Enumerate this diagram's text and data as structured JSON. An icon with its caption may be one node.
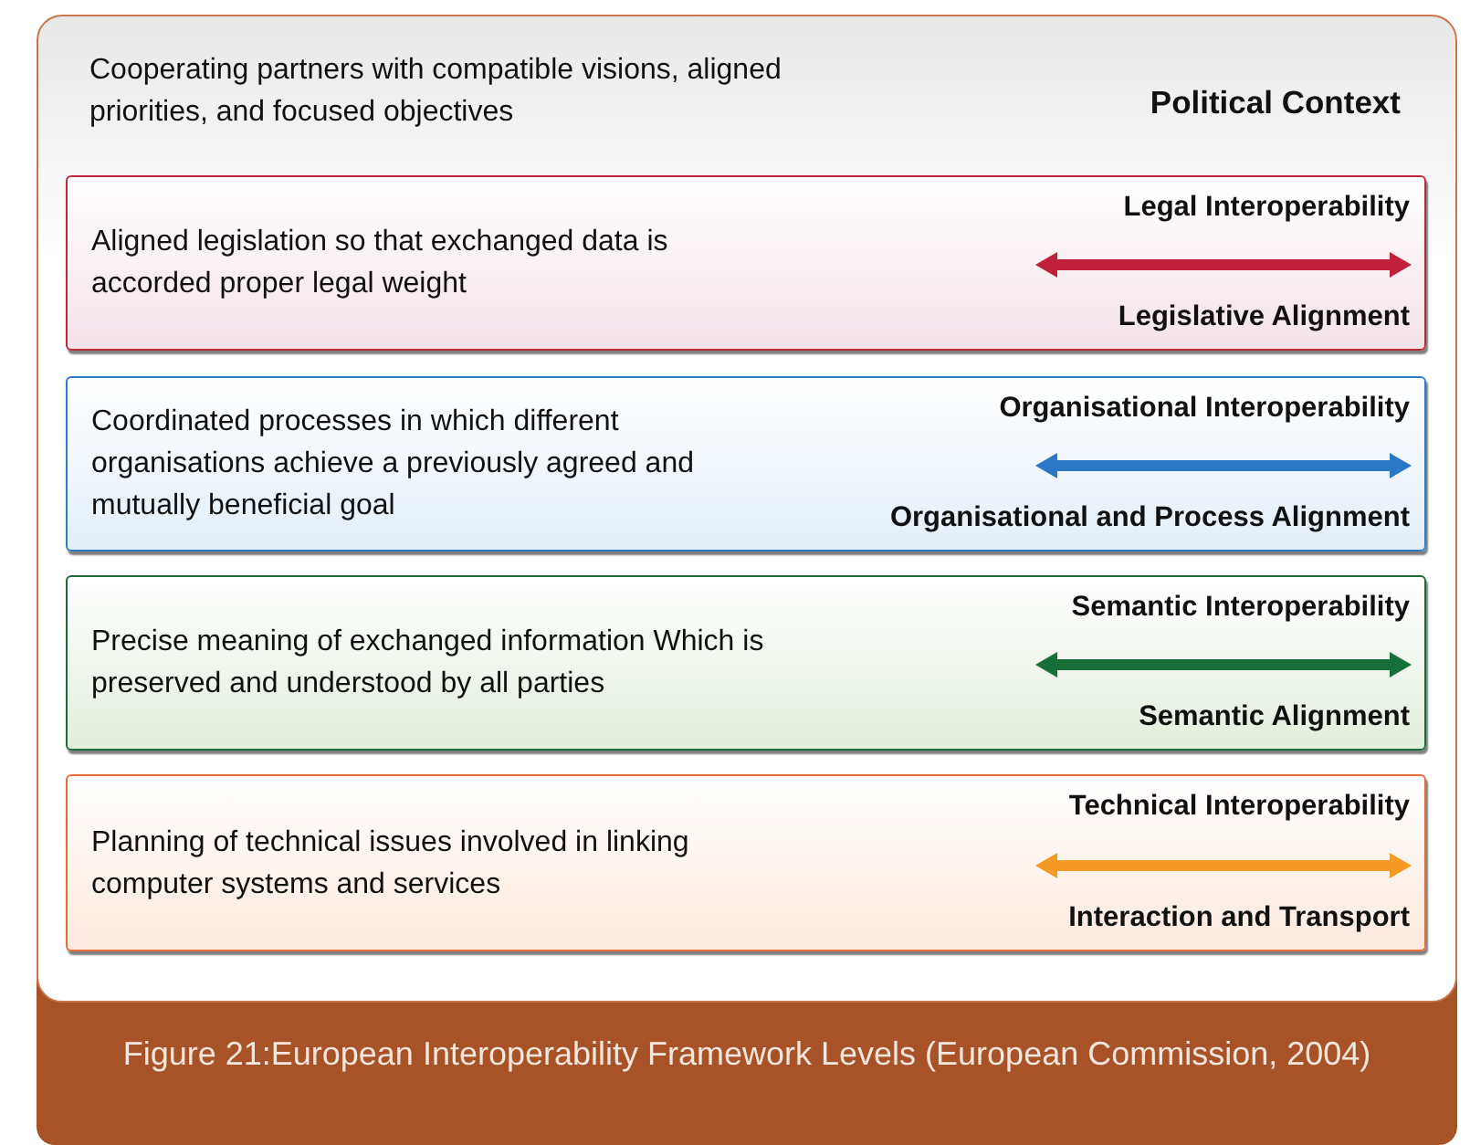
{
  "diagram": {
    "caption": "Figure 21:European Interoperability Framework Levels (European Commission, 2004)",
    "nodes": [
      {
        "text": [
          "Cooperating partners with compatible visions, aligned priorities, and focused objectives",
          "Political Context"
        ]
      },
      {
        "text": [
          "Aligned legislation so that exchanged data is accorded proper legal weight",
          "Legal Interoperability",
          "Legislative Alignment"
        ],
        "in": 0
      },
      {
        "text": [
          "Coordinated processes in which different organisations achieve a previously agreed and mutually beneficial goal",
          "Organisational Interoperability",
          "Organisational and Process Alignment"
        ],
        "in": 0
      },
      {
        "text": [
          "Precise meaning of exchanged information Which is preserved and understood by all parties",
          "Semantic Interoperability",
          "Semantic Alignment"
        ],
        "in": 0
      },
      {
        "text": [
          "Planning of technical issues involved in linking computer systems and services",
          "Technical Interoperability",
          "Interaction and Transport"
        ],
        "in": 0
      }
    ]
  }
}
